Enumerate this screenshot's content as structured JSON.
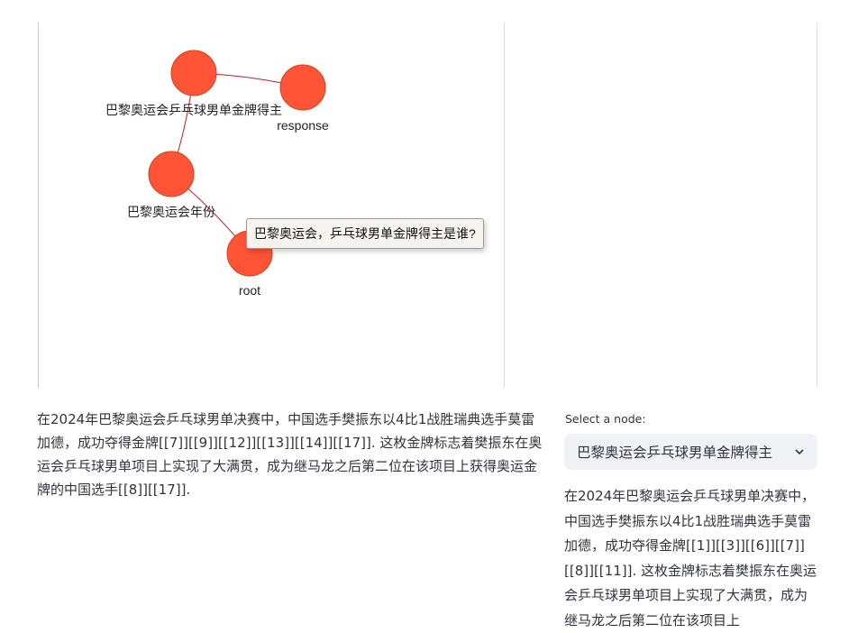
{
  "graph": {
    "node_color": "#ff5436",
    "edge_color": "#b22222",
    "nodes": [
      {
        "id": "gold",
        "label": "巴黎奥运会乒乓球男单金牌得主"
      },
      {
        "id": "response",
        "label": "response"
      },
      {
        "id": "year",
        "label": "巴黎奥运会年份"
      },
      {
        "id": "root",
        "label": "root"
      }
    ],
    "edges": [
      [
        "gold",
        "response"
      ],
      [
        "gold",
        "year"
      ],
      [
        "year",
        "root"
      ]
    ],
    "tooltip": "巴黎奥运会，乒乓球男单金牌得主是谁?"
  },
  "answer": {
    "text": "在2024年巴黎奥运会乒乓球男单决赛中，中国选手樊振东以4比1战胜瑞典选手莫雷加德，成功夺得金牌[[7]][[9]][[12]][[13]][[14]][[17]]. 这枚金牌标志着樊振东在奥运会乒乓球男单项目上实现了大满贯，成为继马龙之后第二位在该项目上获得奥运金牌的中国选手[[8]][[17]]."
  },
  "node_selector": {
    "label": "Select a node:",
    "selected": "巴黎奥运会乒乓球男单金牌得主"
  },
  "node_detail": {
    "text": "在2024年巴黎奥运会乒乓球男单决赛中，中国选手樊振东以4比1战胜瑞典选手莫雷加德，成功夺得金牌[[1]][[3]][[6]][[7]][[8]][[11]]. 这枚金牌标志着樊振东在奥运会乒乓球男单项目上实现了大满贯，成为继马龙之后第二位在该项目上"
  }
}
